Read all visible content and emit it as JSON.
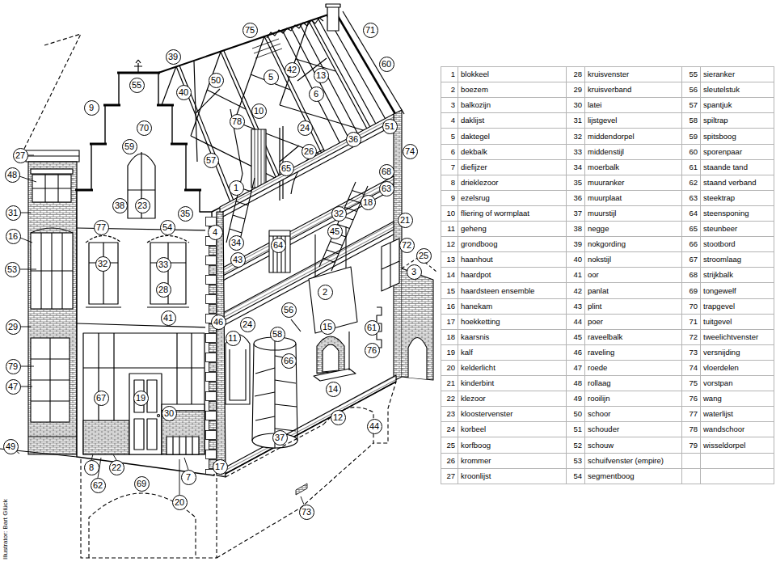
{
  "diagram": {
    "labels": [
      "75",
      "71",
      "39",
      "60",
      "42",
      "13",
      "5",
      "50",
      "55",
      "40",
      "6",
      "9",
      "10",
      "78",
      "51",
      "24",
      "70",
      "36",
      "59",
      "26",
      "74",
      "27",
      "57",
      "65",
      "68",
      "48",
      "1",
      "63",
      "18",
      "23",
      "38",
      "31",
      "35",
      "32",
      "21",
      "77",
      "54",
      "45",
      "4",
      "16",
      "34",
      "64",
      "72",
      "25",
      "43",
      "32",
      "33",
      "53",
      "3",
      "28",
      "2",
      "56",
      "41",
      "46",
      "29",
      "15",
      "61",
      "24",
      "58",
      "11",
      "76",
      "66",
      "79",
      "47",
      "14",
      "19",
      "67",
      "30",
      "12",
      "44",
      "37",
      "49",
      "17",
      "8",
      "22",
      "7",
      "69",
      "62",
      "20",
      "73",
      "1",
      "blokkeel",
      "2",
      "boezem",
      "3",
      "balkozijn",
      "4",
      "daklijst",
      "5",
      "daktegel",
      "6",
      "dekbalk",
      "7",
      "diefijzer",
      "8",
      "drieklezoor",
      "9",
      "ezelsrug",
      "10",
      "fliering of wormplaat",
      "11",
      "geheng",
      "12",
      "grondboog",
      "13",
      "haanhout",
      "14",
      "haardpot",
      "15",
      "haardsteen ensemble",
      "16",
      "hanekam",
      "17",
      "hoekketting",
      "18",
      "kaarsnis",
      "19",
      "kalf",
      "20",
      "kelderlicht",
      "21",
      "kinderbint",
      "22",
      "klezoor",
      "23",
      "kloostervenster",
      "24",
      "korbeel",
      "25",
      "korfboog",
      "26",
      "krommer",
      "27",
      "kroonlijst",
      "28",
      "kruisvenster",
      "29",
      "kruisverband",
      "30",
      "latei",
      "31",
      "lijstgevel",
      "32",
      "middendorpel",
      "33",
      "middenstijl",
      "34",
      "moerbalk",
      "35",
      "muuranker",
      "36",
      "muurplaat",
      "37",
      "muurstijl",
      "38",
      "negge",
      "39",
      "nokgording",
      "40",
      "nokstijl",
      "41",
      "oor",
      "42",
      "panlat",
      "43",
      "plint",
      "44",
      "poer",
      "45",
      "raveelbalk",
      "46",
      "raveling",
      "47",
      "roede",
      "48",
      "rollaag",
      "49",
      "rooilijn",
      "50",
      "schoor",
      "51",
      "schouder",
      "52",
      "schouw",
      "53",
      "schuifvenster (empire)",
      "54",
      "segmentboog",
      "55",
      "sieranker",
      "56",
      "sleutelstuk",
      "57",
      "spantjuk",
      "58",
      "spiltrap",
      "59",
      "spitsboog",
      "60",
      "sporenpaar",
      "61",
      "staande tand",
      "62",
      "staand verband",
      "63",
      "steektrap",
      "64",
      "steensponing",
      "65",
      "steunbeer",
      "66",
      "stootbord",
      "67",
      "stroomlaag",
      "68",
      "strijkbalk",
      "69",
      "tongewelf",
      "70",
      "trapgevel",
      "71",
      "tuitgevel",
      "72",
      "tweelichtvenster",
      "73",
      "versnijding",
      "74",
      "vloerdelen",
      "75",
      "vorstpan",
      "76",
      "wang",
      "77",
      "waterlijst",
      "78",
      "wandschoor",
      "79",
      "wisseldorpel",
      "Illustrator: Bart Glück"
    ]
  }
}
